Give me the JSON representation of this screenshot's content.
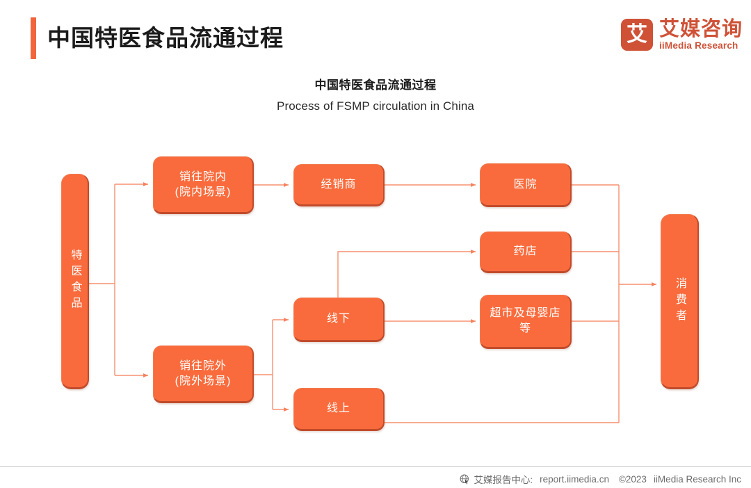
{
  "header": {
    "title": "中国特医食品流通过程",
    "logo": {
      "mark_char": "艾",
      "name_cn": "艾媒咨询",
      "name_en": "iiMedia Research"
    }
  },
  "chart": {
    "title": "中国特医食品流通过程",
    "subtitle": "Process of FSMP circulation in China"
  },
  "colors": {
    "node_fill": "#F96B3C",
    "node_border": "#C14B2B",
    "connector": "#F79070",
    "accent": "#F2643C",
    "logo": "#CF5237"
  },
  "chart_data": {
    "type": "diagram",
    "title": "中国特医食品流通过程",
    "subtitle": "Process of FSMP circulation in China",
    "nodes": [
      {
        "id": "source",
        "label": "特医食品",
        "orientation": "vertical"
      },
      {
        "id": "in_hospital",
        "label": "销往院内\n(院内场景)",
        "orientation": "horizontal"
      },
      {
        "id": "out_hospital",
        "label": "销往院外\n(院外场景)",
        "orientation": "horizontal"
      },
      {
        "id": "dealer",
        "label": "经销商",
        "orientation": "horizontal"
      },
      {
        "id": "offline",
        "label": "线下",
        "orientation": "horizontal"
      },
      {
        "id": "online",
        "label": "线上",
        "orientation": "horizontal"
      },
      {
        "id": "hospital",
        "label": "医院",
        "orientation": "horizontal"
      },
      {
        "id": "pharmacy",
        "label": "药店",
        "orientation": "horizontal"
      },
      {
        "id": "supermarket",
        "label": "超市及母婴店\n等",
        "orientation": "horizontal"
      },
      {
        "id": "consumer",
        "label": "消费者",
        "orientation": "vertical"
      }
    ],
    "edges": [
      {
        "from": "source",
        "to": "in_hospital"
      },
      {
        "from": "source",
        "to": "out_hospital"
      },
      {
        "from": "in_hospital",
        "to": "dealer"
      },
      {
        "from": "dealer",
        "to": "hospital"
      },
      {
        "from": "out_hospital",
        "to": "offline"
      },
      {
        "from": "out_hospital",
        "to": "online"
      },
      {
        "from": "offline",
        "to": "pharmacy"
      },
      {
        "from": "offline",
        "to": "supermarket"
      },
      {
        "from": "hospital",
        "to": "consumer"
      },
      {
        "from": "pharmacy",
        "to": "consumer"
      },
      {
        "from": "supermarket",
        "to": "consumer"
      },
      {
        "from": "online",
        "to": "consumer"
      }
    ]
  },
  "nodes": {
    "source": {
      "l1": "特医食品"
    },
    "in_hospital": {
      "l1": "销往院内",
      "l2": "(院内场景)"
    },
    "out_hospital": {
      "l1": "销往院外",
      "l2": "(院外场景)"
    },
    "dealer": {
      "l1": "经销商"
    },
    "offline": {
      "l1": "线下"
    },
    "online": {
      "l1": "线上"
    },
    "hospital": {
      "l1": "医院"
    },
    "pharmacy": {
      "l1": "药店"
    },
    "supermarket": {
      "l1": "超市及母婴店",
      "l2": "等"
    },
    "consumer": {
      "l1": "消费者"
    }
  },
  "footer": {
    "icon": "globe-cursor-icon",
    "center_label": "艾媒报告中心:",
    "site": "report.iimedia.cn",
    "copyright": "©2023",
    "company": "iiMedia Research  Inc"
  }
}
